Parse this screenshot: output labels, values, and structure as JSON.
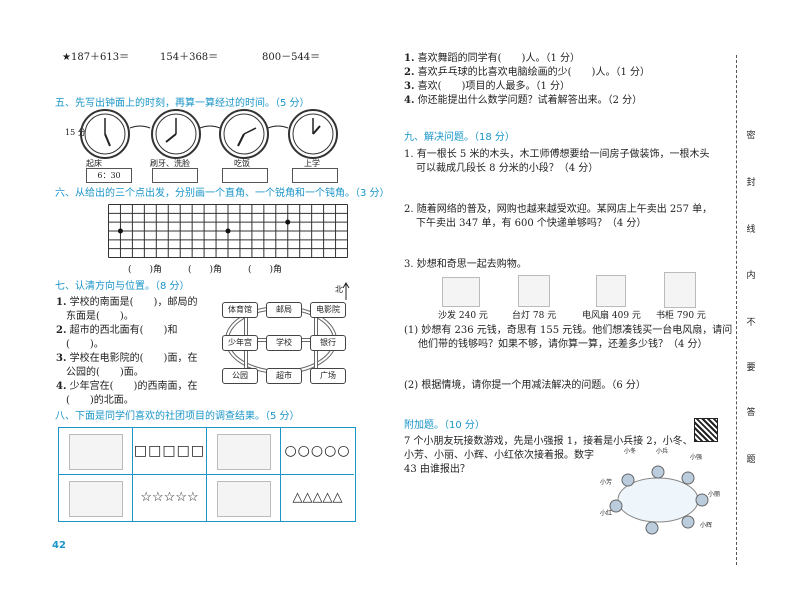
{
  "left": {
    "q_calc": {
      "star": "★",
      "e1": "187＋613＝",
      "e2": "154＋368＝",
      "e3": "800－544＝"
    },
    "q5": {
      "title": "五、先写出钟面上的时刻，再算一算经过的时间。",
      "score": "（5 分）",
      "interval": "15 分",
      "labels": [
        "起床",
        "刷牙、洗脸",
        "吃饭",
        "上学"
      ],
      "first_time": "6：30"
    },
    "q6": {
      "title": "六、从给出的三个点出发，分别画一个直角、一个锐角和一个钝角。",
      "score": "（3 分）",
      "angle_label": "角",
      "paren_l": "(",
      "paren_r": ")"
    },
    "q7": {
      "title": "七、认清方向与位置。",
      "score": "（8 分）",
      "north": "北",
      "items": [
        {
          "num": "1.",
          "l1": "学校的南面是(　　)，邮局的",
          "l2": "东面是(　　)。"
        },
        {
          "num": "2.",
          "l1": "超市的西北面有(　　)和",
          "l2": "(　　)。"
        },
        {
          "num": "3.",
          "l1": "学校在电影院的(　　)面，在",
          "l2": "公园的(　　)面。"
        },
        {
          "num": "4.",
          "l1": "少年宫在(　　)的西南面，在",
          "l2": "(　　)的北面。"
        }
      ],
      "places": [
        "体育馆",
        "邮局",
        "电影院",
        "少年宫",
        "学校",
        "银行",
        "公园",
        "超市",
        "广场"
      ]
    },
    "q8": {
      "title": "八、下面是同学们喜欢的社团项目的调查结果。",
      "score": "（5 分）",
      "row1_marks": "□□□□□",
      "row1_marks2": "○○○○○",
      "row2_marks": "☆☆☆☆☆",
      "row2_marks2": "△△△△△"
    },
    "page_num": "42"
  },
  "right": {
    "q8_items": [
      {
        "num": "1.",
        "text": "喜欢舞蹈的同学有(　　)人。（1 分）"
      },
      {
        "num": "2.",
        "text": "喜欢乒乓球的比喜欢电脑绘画的少(　　)人。（1 分）"
      },
      {
        "num": "3.",
        "text": "喜欢(　　)项目的人最多。（1 分）"
      },
      {
        "num": "4.",
        "text": "你还能提出什么数学问题？试着解答出来。（2 分）"
      }
    ],
    "q9": {
      "title": "九、解决问题。",
      "score": "（18 分）",
      "p1_l1": "1. 有一根长 5 米的木头，木工师傅想要给一间房子做装饰，一根木头",
      "p1_l2": "可以裁成几段长 8 分米的小段？（4 分）",
      "p2_l1": "2. 随着网络的普及，网购也越来越受欢迎。某网店上午卖出 257 单，",
      "p2_l2": "下午卖出 347 单，有 600 个快递单够吗？（4 分）",
      "p3": "3. 妙想和奇思一起去购物。",
      "goods": [
        {
          "name": "沙发",
          "price": "240 元"
        },
        {
          "name": "台灯",
          "price": "78 元"
        },
        {
          "name": "电风扇",
          "price": "409 元"
        },
        {
          "name": "书柜",
          "price": "790 元"
        }
      ],
      "sub1_l1": "(1) 妙想有 236 元钱，奇思有 155 元钱。他们想凑钱买一台电风扇，请问",
      "sub1_l2": "他们带的钱够吗？如果不够，请你算一算，还差多少钱？（4 分）",
      "sub2": "(2) 根据情境，请你提一个用减法解决的问题。（6 分）"
    },
    "bonus": {
      "title": "附加题。",
      "score": "（10 分）",
      "l1": "7 个小朋友玩接数游戏，先是小强报 1，接着是小兵接 2，小冬、",
      "l2": "小芳、小丽、小辉、小红依次接着报。数字",
      "l3": "43 由谁报出？",
      "names": [
        "小冬",
        "小兵",
        "小强",
        "小芳",
        "小丽",
        "小红",
        "小辉"
      ]
    },
    "side_chars": [
      "密",
      "封",
      "线",
      "内",
      "不",
      "要",
      "答",
      "题"
    ]
  },
  "colors": {
    "accent": "#1a95c8",
    "ink": "#222222"
  }
}
